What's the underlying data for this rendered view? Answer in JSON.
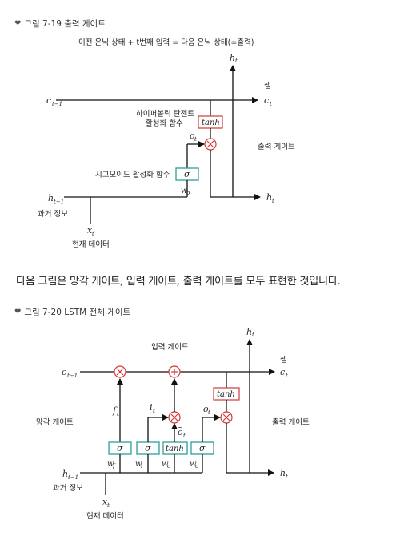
{
  "figure1": {
    "caption": "그림 7-19 출력 게이트",
    "top_note": "이전 은닉 상태 + t번째 입력 = 다음 은닉 상태(=출력)",
    "cell_label": "셀",
    "tanh_desc_line1": "하이퍼볼릭 탄젠트",
    "tanh_desc_line2": "활성화 함수",
    "sigmoid_desc": "시그모이드 활성화 함수",
    "output_gate_label": "출력 게이트",
    "past_info_label": "과거 정보",
    "current_data_label": "현재 데이터",
    "tanh_box": "tanh",
    "sigma_box": "σ"
  },
  "paragraph": "다음 그림은 망각 게이트, 입력 게이트, 출력 게이트를 모두 표현한 것입니다.",
  "figure2": {
    "caption": "그림 7-20 LSTM 전체 게이트",
    "input_gate_label": "입력 게이트",
    "cell_label": "셀",
    "forget_gate_label": "망각 게이트",
    "output_gate_label": "출력 게이트",
    "past_info_label": "과거 정보",
    "current_data_label": "현재 데이터",
    "tanh_box": "tanh",
    "sigma_box": "σ"
  },
  "colors": {
    "gate_box": "#2e9e9e",
    "multiply_circle": "#d03a3a",
    "line": "#111111"
  }
}
